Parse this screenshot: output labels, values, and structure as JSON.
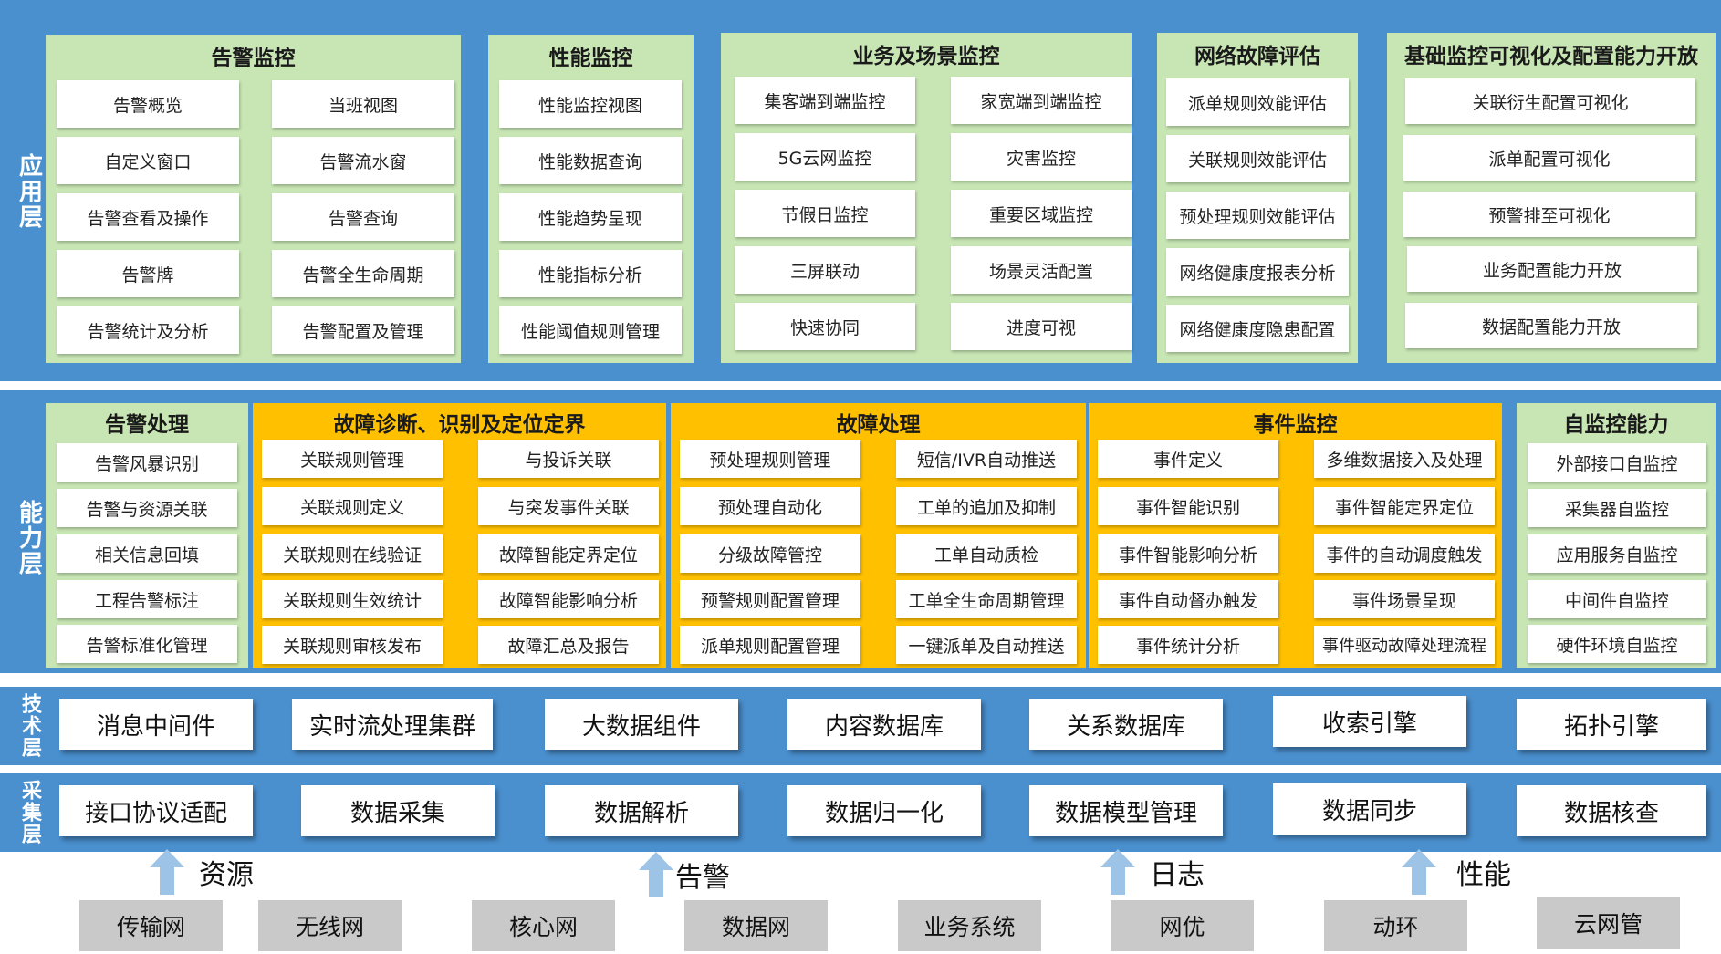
{
  "layers": {
    "application": "应用层",
    "capability": "能力层",
    "technology": "技术层",
    "collection": "采集层"
  },
  "app_panels": [
    {
      "title": "告警监控",
      "items": [
        "告警概览",
        "当班视图",
        "自定义窗口",
        "告警流水窗",
        "告警查看及操作",
        "告警查询",
        "告警牌",
        "告警全生命周期",
        "告警统计及分析",
        "告警配置及管理"
      ]
    },
    {
      "title": "性能监控",
      "items": [
        "性能监控视图",
        "性能数据查询",
        "性能趋势呈现",
        "性能指标分析",
        "性能阈值规则管理"
      ]
    },
    {
      "title": "业务及场景监控",
      "items": [
        "集客端到端监控",
        "家宽端到端监控",
        "5G云网监控",
        "灾害监控",
        "节假日监控",
        "重要区域监控",
        "三屏联动",
        "场景灵活配置",
        "快速协同",
        "进度可视"
      ]
    },
    {
      "title": "网络故障评估",
      "items": [
        "派单规则效能评估",
        "关联规则效能评估",
        "预处理规则效能评估",
        "网络健康度报表分析",
        "网络健康度隐患配置"
      ]
    },
    {
      "title": "基础监控可视化及配置能力开放",
      "items": [
        "关联衍生配置可视化",
        "派单配置可视化",
        "预警排至可视化",
        "业务配置能力开放",
        "数据配置能力开放"
      ]
    }
  ],
  "cap_panels": [
    {
      "title": "告警处理",
      "items": [
        "告警风暴识别",
        "告警与资源关联",
        "相关信息回填",
        "工程告警标注",
        "告警标准化管理"
      ]
    },
    {
      "title": "故障诊断、识别及定位定界",
      "items": [
        "关联规则管理",
        "与投诉关联",
        "关联规则定义",
        "与突发事件关联",
        "关联规则在线验证",
        "故障智能定界定位",
        "关联规则生效统计",
        "故障智能影响分析",
        "关联规则审核发布",
        "故障汇总及报告"
      ]
    },
    {
      "title": "故障处理",
      "items": [
        "预处理规则管理",
        "短信/IVR自动推送",
        "预处理自动化",
        "工单的追加及抑制",
        "分级故障管控",
        "工单自动质检",
        "预警规则配置管理",
        "工单全生命周期管理",
        "派单规则配置管理",
        "一键派单及自动推送"
      ]
    },
    {
      "title": "事件监控",
      "items": [
        "事件定义",
        "多维数据接入及处理",
        "事件智能识别",
        "事件智能定界定位",
        "事件智能影响分析",
        "事件的自动调度触发",
        "事件自动督办触发",
        "事件场景呈现",
        "事件统计分析",
        "事件驱动故障处理流程"
      ]
    },
    {
      "title": "自监控能力",
      "items": [
        "外部接口自监控",
        "采集器自监控",
        "应用服务自监控",
        "中间件自监控",
        "硬件环境自监控"
      ]
    }
  ],
  "tech_items": [
    "消息中间件",
    "实时流处理集群",
    "大数据组件",
    "内容数据库",
    "关系数据库",
    "收索引擎",
    "拓扑引擎"
  ],
  "collection_items": [
    "接口协议适配",
    "数据采集",
    "数据解析",
    "数据归一化",
    "数据模型管理",
    "数据同步",
    "数据核查"
  ],
  "flows": [
    {
      "label": "资源",
      "icon": "up-arrow-icon"
    },
    {
      "label": "告警",
      "icon": "up-arrow-icon"
    },
    {
      "label": "日志",
      "icon": "up-arrow-icon"
    },
    {
      "label": "性能",
      "icon": "up-arrow-icon"
    }
  ],
  "sources": [
    "传输网",
    "无线网",
    "核心网",
    "数据网",
    "业务系统",
    "网优",
    "动环",
    "云网管"
  ],
  "colors": {
    "band_blue": "#4a90cf",
    "panel_green": "#c8e6b4",
    "panel_orange": "#ffc000",
    "arrow_blue": "#9dc3e6",
    "source_gray": "#c9c9c9"
  }
}
